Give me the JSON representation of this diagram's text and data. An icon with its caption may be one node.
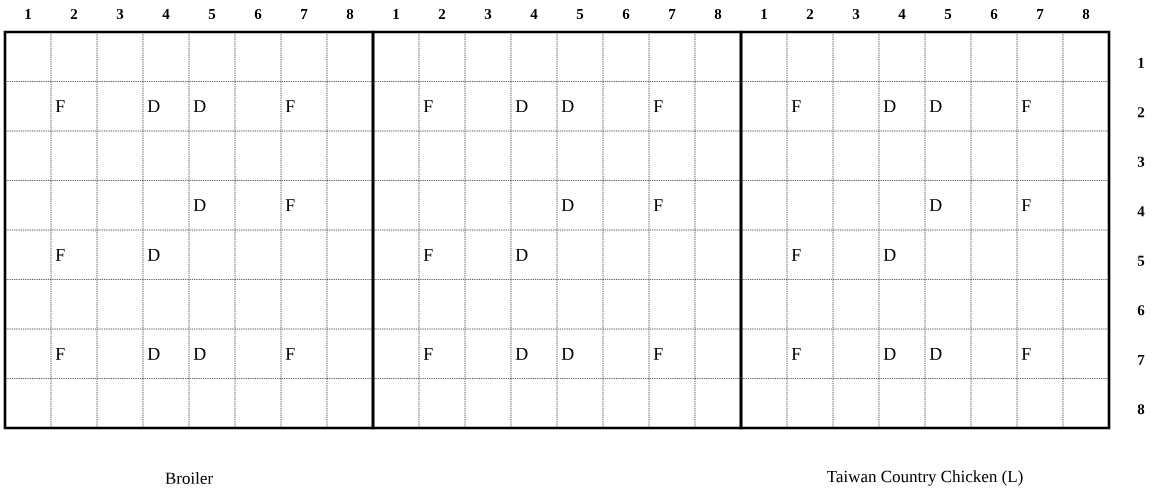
{
  "diagram": {
    "labels": [
      "1",
      "2",
      "3",
      "4",
      "5",
      "6",
      "7",
      "8",
      "1",
      "2",
      "3",
      "4",
      "5",
      "6",
      "7",
      "8",
      "1",
      "2",
      "3",
      "4",
      "5",
      "6",
      "7",
      "8",
      "1",
      "F",
      "D",
      "D",
      "F",
      "F",
      "D",
      "D",
      "F",
      "F",
      "D",
      "D",
      "F",
      "2",
      "3",
      "D",
      "F",
      "D",
      "F",
      "D",
      "F",
      "4",
      "F",
      "D",
      "F",
      "D",
      "F",
      "D",
      "5",
      "6",
      "F",
      "D",
      "D",
      "F",
      "F",
      "D",
      "D",
      "F",
      "F",
      "D",
      "D",
      "F",
      "7",
      "8",
      "Broiler",
      "Taiwan Country Chicken (L)"
    ]
  }
}
